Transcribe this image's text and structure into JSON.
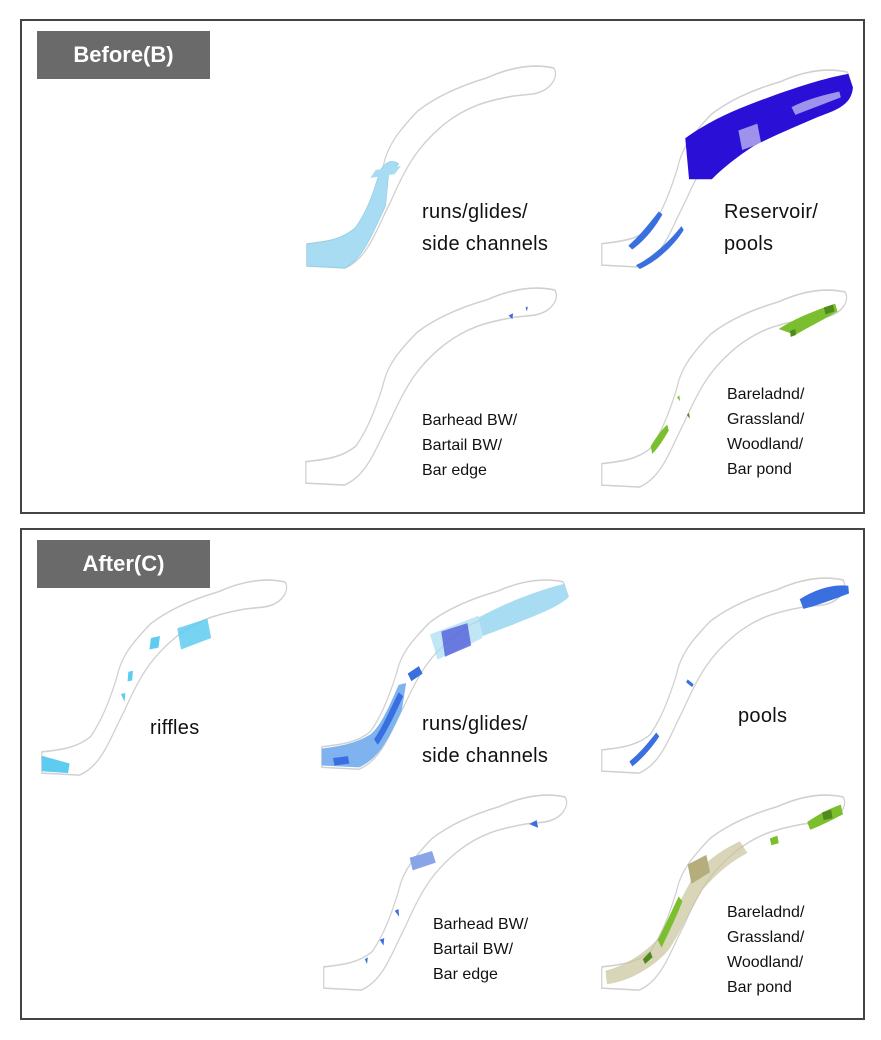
{
  "panels": {
    "before": {
      "title": "Before(B)",
      "maps": {
        "runs": {
          "label": "runs/glides/\nside channels",
          "colors": [
            "#a7dcf2"
          ]
        },
        "reservoir": {
          "label": "Reservoir/\npools",
          "colors": [
            "#2a0fd6",
            "#3a6fe0"
          ]
        },
        "bar": {
          "label": "Barhead BW/\nBartail BW/\nBar edge",
          "colors": [
            "#3a6fe0"
          ]
        },
        "veg": {
          "label": "Bareladnd/\nGrassland/\nWoodland/\nBar pond",
          "colors": [
            "#7cbf2e",
            "#4f8a1f"
          ]
        }
      }
    },
    "after": {
      "title": "After(C)",
      "maps": {
        "riffles": {
          "label": "riffles",
          "colors": [
            "#5ecbf0"
          ]
        },
        "runs": {
          "label": "runs/glides/\nside channels",
          "colors": [
            "#a7dcf2",
            "#3a6fe0",
            "#4a55d8"
          ]
        },
        "pools": {
          "label": "pools",
          "colors": [
            "#3a6fe0"
          ]
        },
        "bar": {
          "label": "Barhead BW/\nBartail BW/\nBar edge",
          "colors": [
            "#3a6fe0",
            "#8aa4e8"
          ]
        },
        "veg": {
          "label": "Bareladnd/\nGrassland/\nWoodland/\nBar pond",
          "colors": [
            "#c9c39a",
            "#7cbf2e",
            "#4f8a1f"
          ]
        }
      }
    }
  }
}
